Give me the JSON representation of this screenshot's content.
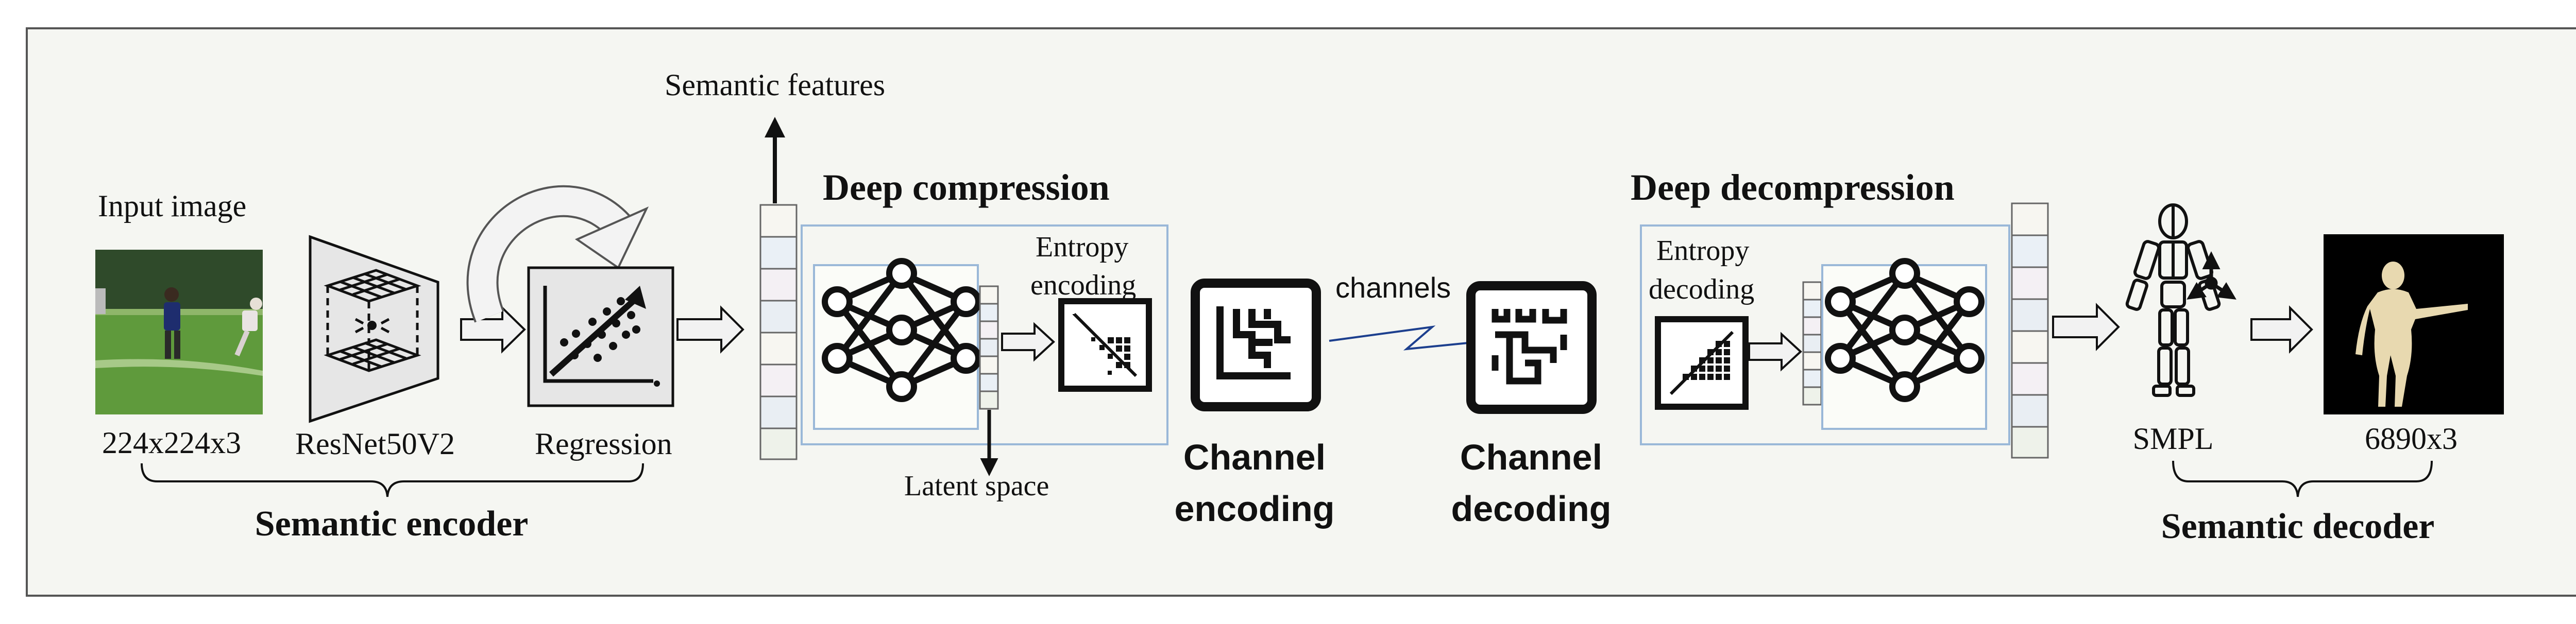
{
  "labels": {
    "input_image": "Input image",
    "input_size": "224x224x3",
    "resnet": "ResNet50V2",
    "regression": "Regression",
    "semantic_encoder": "Semantic encoder",
    "semantic_features": "Semantic features",
    "deep_compression": "Deep compression",
    "entropy_encoding_1": "Entropy",
    "entropy_encoding_2": "encoding",
    "latent_space": "Latent space",
    "channel_encoding_1": "Channel",
    "channel_encoding_2": "encoding",
    "channels": "channels",
    "channel_decoding_1": "Channel",
    "channel_decoding_2": "decoding",
    "deep_decompression": "Deep decompression",
    "entropy_decoding_1": "Entropy",
    "entropy_decoding_2": "decoding",
    "smpl": "SMPL",
    "output_size": "6890x3",
    "semantic_decoder": "Semantic decoder"
  },
  "colors": {
    "panel_bg": "#f5f6f2",
    "panel_border": "#555555",
    "box_border": "#9ab8d8",
    "box_fill": "#fbfcf8",
    "stripe_1": "#f7f6f1",
    "stripe_2": "#eaf0f6",
    "stripe_3": "#f4f0f4",
    "stripe_4": "#e9eef3",
    "stripe_5": "#eef2ea",
    "link": "#1c3f8e",
    "arrow_fill": "#f2f2f2",
    "grass": "#5f9a3c"
  },
  "icons": [
    "input-image-thumbnail",
    "resnet-cube-icon",
    "loop-arrow-icon",
    "regression-chart-icon",
    "neural-network-icon",
    "entropy-encoding-icon",
    "channel-encoding-icon",
    "lightning-channel-icon",
    "channel-decoding-icon",
    "entropy-decoding-icon",
    "smpl-skeleton-icon",
    "axes-icon",
    "human-mesh-icon"
  ]
}
